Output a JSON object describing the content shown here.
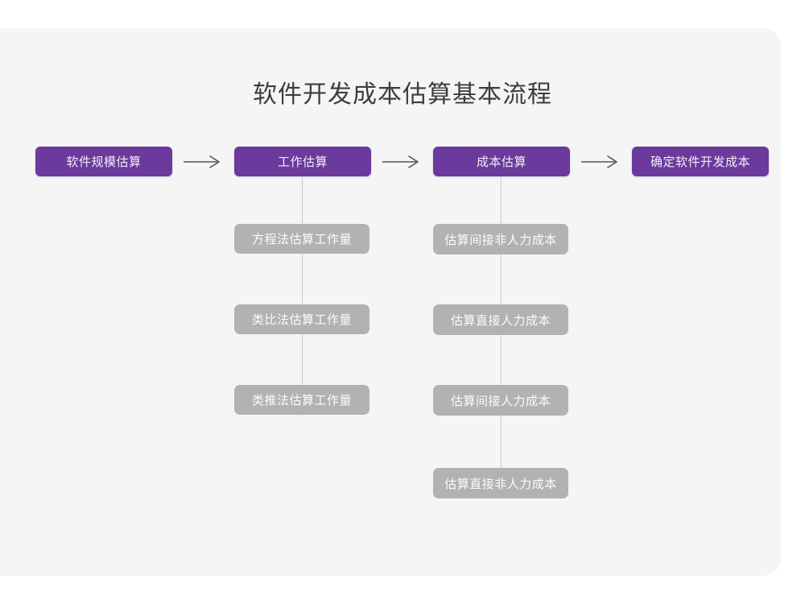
{
  "page": {
    "background": "#ffffff",
    "card_background": "#f5f5f5"
  },
  "colors": {
    "primary": "#6b3a9c",
    "primary_text": "#f2eef7",
    "secondary": "#b2b2b2",
    "secondary_text": "#fbfbfb",
    "title_text": "#3d3d3d",
    "connector_line": "#c9c9c9",
    "arrow": "#555555"
  },
  "diagram": {
    "title": "软件开发成本估算基本流程",
    "type": "flowchart",
    "main_flow": [
      {
        "id": "step-1",
        "label": "软件规模估算",
        "style": "primary"
      },
      {
        "id": "step-2",
        "label": "工作估算",
        "style": "primary"
      },
      {
        "id": "step-3",
        "label": "成本估算",
        "style": "primary"
      },
      {
        "id": "step-4",
        "label": "确定软件开发成本",
        "style": "primary"
      }
    ],
    "arrows": [
      {
        "id": "arrow-1",
        "from": "step-1",
        "to": "step-2",
        "glyph": "arrow-right-icon"
      },
      {
        "id": "arrow-2",
        "from": "step-2",
        "to": "step-3",
        "glyph": "arrow-right-icon"
      },
      {
        "id": "arrow-3",
        "from": "step-3",
        "to": "step-4",
        "glyph": "arrow-right-icon"
      }
    ],
    "branches": [
      {
        "parent": "step-2",
        "items": [
          {
            "id": "effort-1",
            "label": "方程法估算工作量",
            "style": "secondary"
          },
          {
            "id": "effort-2",
            "label": "类比法估算工作量",
            "style": "secondary"
          },
          {
            "id": "effort-3",
            "label": "类推法估算工作量",
            "style": "secondary"
          }
        ]
      },
      {
        "parent": "step-3",
        "items": [
          {
            "id": "cost-1",
            "label": "估算间接非人力成本",
            "style": "secondary"
          },
          {
            "id": "cost-2",
            "label": "估算直接人力成本",
            "style": "secondary"
          },
          {
            "id": "cost-3",
            "label": "估算间接人力成本",
            "style": "secondary"
          },
          {
            "id": "cost-4",
            "label": "估算直接非人力成本",
            "style": "secondary"
          }
        ]
      }
    ]
  }
}
